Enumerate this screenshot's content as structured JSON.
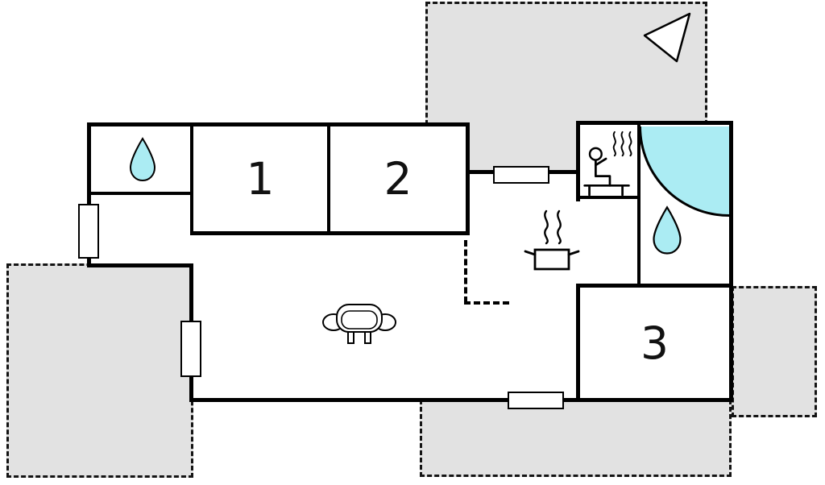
{
  "colors": {
    "background": "#ffffff",
    "wall": "#000000",
    "terrace_fill": "#e2e2e2",
    "water": "#abecf3"
  },
  "rooms": {
    "room1": {
      "label": "1"
    },
    "room2": {
      "label": "2"
    },
    "room3": {
      "label": "3"
    }
  },
  "icons": {
    "north_arrow": "north-arrow-icon",
    "sauna": "sauna-person-steam-icon",
    "shower": "corner-shower-icon",
    "sink_left": "water-drop-icon",
    "sink_right": "water-drop-icon",
    "stove": "steaming-pot-icon",
    "sofa": "sofa-icon",
    "kitchen_counter": "dashed-counter-line"
  }
}
